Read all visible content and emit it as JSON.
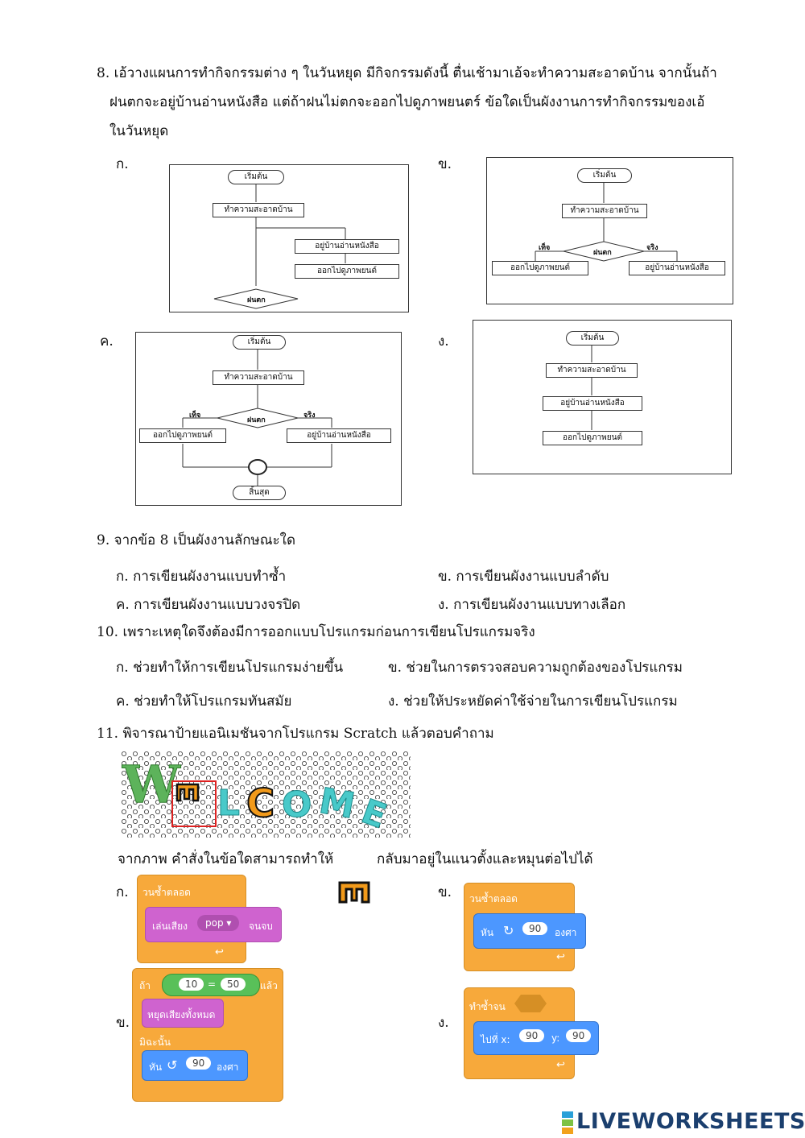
{
  "q8": {
    "line1": "8. เอ้วางแผนการทำกิจกรรมต่าง ๆ ในวันหยุด มีกิจกรรมดังนี้  ตื่นเช้ามาเอ้จะทำความสะอาดบ้าน จากนั้นถ้า",
    "line2": "ฝนตกจะอยู่บ้านอ่านหนังสือ แต่ถ้าฝนไม่ตกจะออกไปดูภาพยนตร์ ข้อใดเป็นผังงานการทำกิจกรรมของเอ้",
    "line3": "ในวันหยุด",
    "labels": [
      "ก.",
      "ข.",
      "ค.",
      "ง."
    ],
    "flow": {
      "start": "เริ่มต้น",
      "clean": "ทำความสะอาดบ้าน",
      "read": "อยู่บ้านอ่านหนังสือ",
      "movie": "ออกไปดูภาพยนต์",
      "rain": "ฝนตก",
      "false": "เท็จ",
      "true": "จริง",
      "end": "สิ้นสุด"
    }
  },
  "q9": {
    "question": "9. จากข้อ 8 เป็นผังงานลักษณะใด",
    "options": [
      "ก. การเขียนผังงานแบบทำซ้ำ",
      "ข. การเขียนผังงานแบบลำดับ",
      "ค. การเขียนผังงานแบบวงจรปิด",
      "ง. การเขียนผังงานแบบทางเลือก"
    ]
  },
  "q10": {
    "question": "10.  เพราะเหตุใดจึงต้องมีการออกแบบโปรแกรมก่อนการเขียนโปรแกรมจริง",
    "options": [
      "ก.  ช่วยทำให้การเขียนโปรแกรมง่ายขึ้น",
      "ข. ช่วยในการตรวจสอบความถูกต้องของโปรแกรม",
      "ค. ช่วยทำให้โปรแกรมทันสมัย",
      "ง. ช่วยให้ประหยัดค่าใช้จ่ายในการเขียนโปรแกรม"
    ]
  },
  "q11": {
    "question": "11.  พิจารณาป้ายแอนิเมชันจากโปรแกรม Scratch แล้วตอบคำถาม",
    "banner": "WELCOME",
    "prompt_a": "จากภาพ คำสั่งในข้อใดสามารถทำให้",
    "prompt_b": "กลับมาอยู่ในแนวตั้งและหมุนต่อไปได้",
    "sprite": "E",
    "labels": [
      "ก.",
      "ข.",
      "ข.",
      "ง."
    ],
    "blockA": {
      "loop": "วนซ้ำตลอด",
      "play": "เล่นเสียง",
      "sound": "pop",
      "until": "จนจบ"
    },
    "blockB": {
      "loop": "วนซ้ำตลอด",
      "turn": "หัน",
      "deg": "90",
      "unit": "องศา"
    },
    "blockC": {
      "if": "ถ้า",
      "a": "10",
      "eq": "=",
      "b": "50",
      "then": "แล้ว",
      "stop": "หยุดเสียงทั้งหมด",
      "else": "มิฉะนั้น",
      "turn": "หัน",
      "deg": "90",
      "unit": "องศา"
    },
    "blockD": {
      "repeat": "ทำซ้ำจน",
      "goto": "ไปที่ x:",
      "x": "90",
      "ylab": "y:",
      "y": "90"
    }
  },
  "footer": {
    "brand": "LIVEWORKSHEETS",
    "mark": "LIVE"
  }
}
